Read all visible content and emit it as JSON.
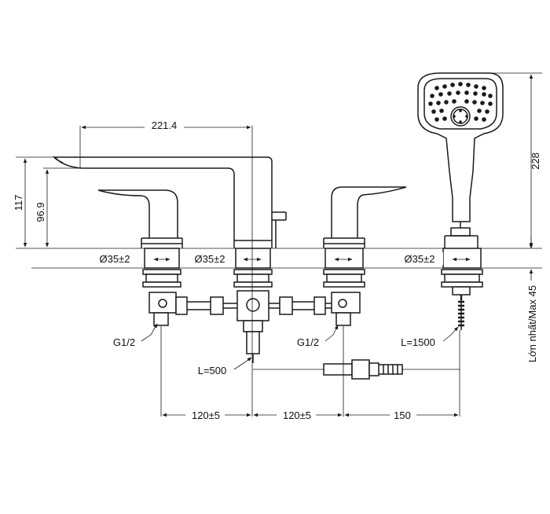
{
  "dimensions": {
    "spout_reach": "221.4",
    "height_left": "117",
    "height_spout": "96.9",
    "height_shower": "228",
    "hole_diameter": "Ø35±2",
    "thread_left": "G1/2",
    "thread_right": "G1/2",
    "hose_length": "L=1500",
    "outlet_length": "L=500",
    "spacing_1": "120±5",
    "spacing_2": "120±5",
    "spacing_3": "150",
    "max_deck": "Lớn nhất/Max 45"
  }
}
